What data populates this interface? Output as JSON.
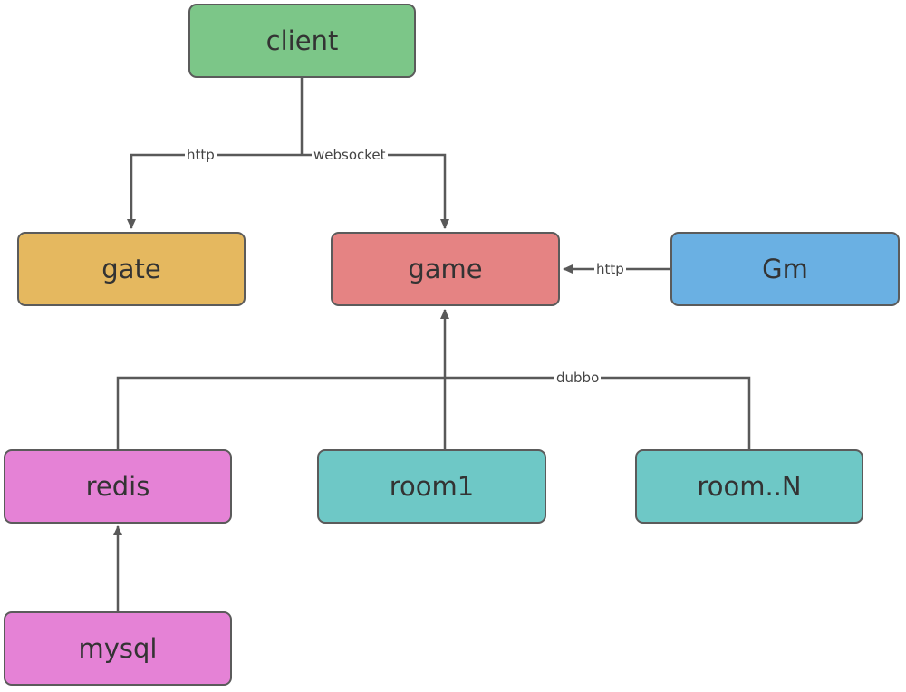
{
  "nodes": {
    "client": {
      "label": "client",
      "color": "#7cc688"
    },
    "gate": {
      "label": "gate",
      "color": "#e5b85f"
    },
    "game": {
      "label": "game",
      "color": "#e58383"
    },
    "gm": {
      "label": "Gm",
      "color": "#6ab0e3"
    },
    "redis": {
      "label": "redis",
      "color": "#e582d6"
    },
    "room1": {
      "label": "room1",
      "color": "#6ec8c6"
    },
    "roomN": {
      "label": "room..N",
      "color": "#6ec8c6"
    },
    "mysql": {
      "label": "mysql",
      "color": "#e582d6"
    }
  },
  "edges": {
    "client_gate": "http",
    "client_game": "websocket",
    "gm_game": "http",
    "rooms_game": "dubbo"
  },
  "line_color": "#595959"
}
